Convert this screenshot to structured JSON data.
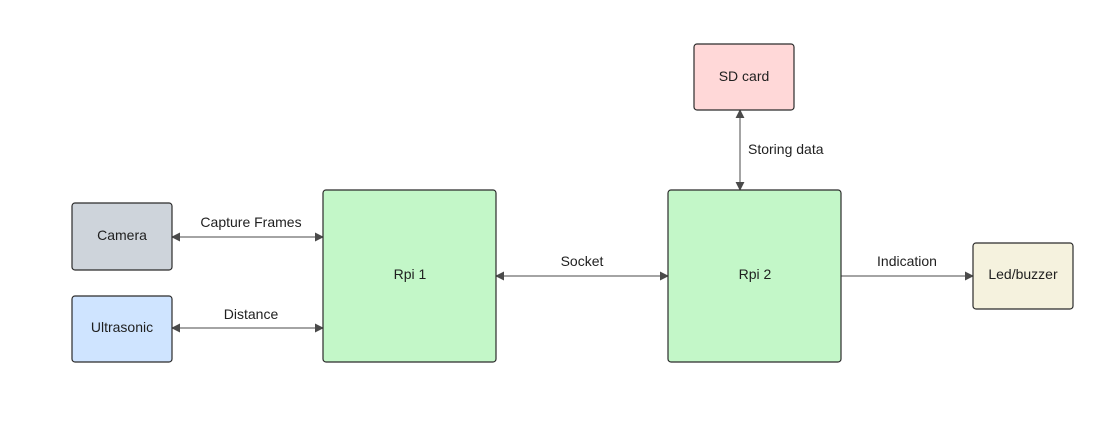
{
  "colors": {
    "gray": "#CED4DB",
    "blue": "#CFE4FF",
    "green": "#C3F7C8",
    "pink": "#FFD8D8",
    "cream": "#F5F2DE",
    "stroke": "#2B2B2B",
    "edge": "#4A4A4A"
  },
  "nodes": {
    "camera": {
      "label": "Camera",
      "color": "gray"
    },
    "ultrasonic": {
      "label": "Ultrasonic",
      "color": "blue"
    },
    "rpi1": {
      "label": "Rpi 1",
      "color": "green"
    },
    "rpi2": {
      "label": "Rpi 2",
      "color": "green"
    },
    "sdcard": {
      "label": "SD card",
      "color": "pink"
    },
    "ledbuzzer": {
      "label": "Led/buzzer",
      "color": "cream"
    }
  },
  "edges": {
    "capture_frames": {
      "label": "Capture Frames",
      "from": "rpi1",
      "to": "camera",
      "bidirectional": true
    },
    "distance": {
      "label": "Distance",
      "from": "rpi1",
      "to": "ultrasonic",
      "bidirectional": true
    },
    "socket": {
      "label": "Socket",
      "from": "rpi1",
      "to": "rpi2",
      "bidirectional": true
    },
    "storing_data": {
      "label": "Storing data",
      "from": "sdcard",
      "to": "rpi2",
      "bidirectional": true
    },
    "indication": {
      "label": "Indication",
      "from": "rpi2",
      "to": "ledbuzzer",
      "bidirectional": false
    }
  }
}
